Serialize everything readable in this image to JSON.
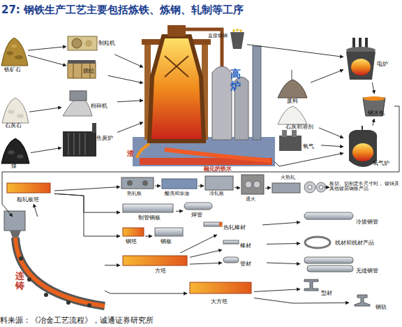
{
  "diagram": {
    "title": "27: 钢铁生产工艺主要包括炼铁、炼钢、轧制等工序",
    "caption": "料来源：《冶金工艺流程》，诚通证券研究所",
    "nodes": [
      {
        "text": [
          "铁矿石"
        ]
      },
      {
        "text": [
          "制粒机"
        ]
      },
      {
        "text": [
          "烧结"
        ]
      },
      {
        "text": [
          "石灰石"
        ]
      },
      {
        "text": [
          "粉碎机"
        ]
      },
      {
        "text": [
          "焦炭炉"
        ]
      },
      {
        "text": [
          "煤"
        ]
      },
      {
        "text": [
          "高炉"
        ]
      },
      {
        "text": [
          "直接炼钢"
        ]
      },
      {
        "text": [
          "废料"
        ]
      },
      {
        "text": [
          "石灰和溶剂"
        ]
      },
      {
        "text": [
          "氧气"
        ]
      },
      {
        "text": [
          "电炉"
        ]
      },
      {
        "text": [
          "钢水包"
        ]
      },
      {
        "text": [
          "氧气炉"
        ]
      },
      {
        "text": [
          "粗轧板坯"
        ]
      },
      {
        "text": [
          "连铸"
        ]
      },
      {
        "text": [
          "热轧板"
        ]
      },
      {
        "text": [
          "酸洗和涂油"
        ]
      },
      {
        "text": [
          "冷轧板"
        ]
      },
      {
        "text": [
          "退火"
        ]
      },
      {
        "text": [
          "火热轧"
        ]
      },
      {
        "text": [
          "板切、切割定长尺寸时， 镀锌及其他镀层钢板产品"
        ]
      },
      {
        "text": [
          "制管钢板"
        ]
      },
      {
        "text": [
          "钢坯"
        ]
      },
      {
        "text": [
          "钢板"
        ]
      },
      {
        "text": [
          "焊管"
        ]
      },
      {
        "text": [
          "方坯"
        ]
      },
      {
        "text": [
          "热轧棒材"
        ]
      },
      {
        "text": [
          "棒材"
        ]
      },
      {
        "text": [
          "管材"
        ]
      },
      {
        "text": [
          "冷拔钢管"
        ]
      },
      {
        "text": [
          "线材和线材产品"
        ]
      },
      {
        "text": [
          "无缝钢管"
        ]
      },
      {
        "text": [
          "大方坯"
        ]
      },
      {
        "text": [
          "型材"
        ]
      },
      {
        "text": [
          "钢轨"
        ]
      }
    ],
    "edges": [
      {
        "from": 0,
        "to": 1,
        "arrow": "to"
      },
      {
        "from": 0,
        "to": 2,
        "arrow": "to"
      },
      {
        "from": 1,
        "to": 7,
        "arrow": "to"
      },
      {
        "from": 2,
        "to": 7,
        "arrow": "to"
      },
      {
        "from": 3,
        "to": 4,
        "arrow": "to"
      },
      {
        "from": 4,
        "to": 7,
        "arrow": "to"
      },
      {
        "from": 6,
        "to": 5,
        "arrow": "to"
      },
      {
        "from": 5,
        "to": 7,
        "arrow": "to"
      },
      {
        "from": 8,
        "to": 12,
        "arrow": "to"
      },
      {
        "from": 9,
        "to": 12,
        "arrow": "to"
      },
      {
        "from": 10,
        "to": 14,
        "arrow": "to"
      },
      {
        "from": 11,
        "to": 14,
        "arrow": "to"
      },
      {
        "from": 7,
        "to": 14,
        "arrow": "to"
      },
      {
        "from": 12,
        "to": 13,
        "arrow": "to"
      },
      {
        "from": 14,
        "to": 13,
        "arrow": "to"
      },
      {
        "from": 13,
        "to": 16,
        "arrow": "to"
      },
      {
        "from": 16,
        "to": 15,
        "arrow": "to"
      },
      {
        "from": 15,
        "to": 17,
        "arrow": "to"
      },
      {
        "from": 17,
        "to": 18,
        "arrow": "to"
      },
      {
        "from": 18,
        "to": 19,
        "arrow": "to"
      },
      {
        "from": 19,
        "to": 20,
        "arrow": "to"
      },
      {
        "from": 20,
        "to": 21,
        "arrow": "to"
      },
      {
        "from": 21,
        "to": 22,
        "arrow": "to"
      },
      {
        "from": 15,
        "to": 23,
        "arrow": "to"
      },
      {
        "from": 15,
        "to": 24,
        "arrow": "to"
      },
      {
        "from": 24,
        "to": 25,
        "arrow": "to"
      },
      {
        "from": 23,
        "to": 26,
        "arrow": "to"
      },
      {
        "from": 16,
        "to": 27,
        "arrow": "to"
      },
      {
        "from": 27,
        "to": 28,
        "arrow": "to"
      },
      {
        "from": 27,
        "to": 29,
        "arrow": "to"
      },
      {
        "from": 27,
        "to": 30,
        "arrow": "to"
      },
      {
        "from": 28,
        "to": 31,
        "arrow": "to"
      },
      {
        "from": 29,
        "to": 32,
        "arrow": "to"
      },
      {
        "from": 30,
        "to": 33,
        "arrow": "to"
      },
      {
        "from": 16,
        "to": 34,
        "arrow": "to"
      },
      {
        "from": 34,
        "to": 35,
        "arrow": "to"
      },
      {
        "from": 34,
        "to": 36,
        "arrow": "to"
      }
    ],
    "labels": [
      "渣",
      "融化的铁水"
    ]
  }
}
